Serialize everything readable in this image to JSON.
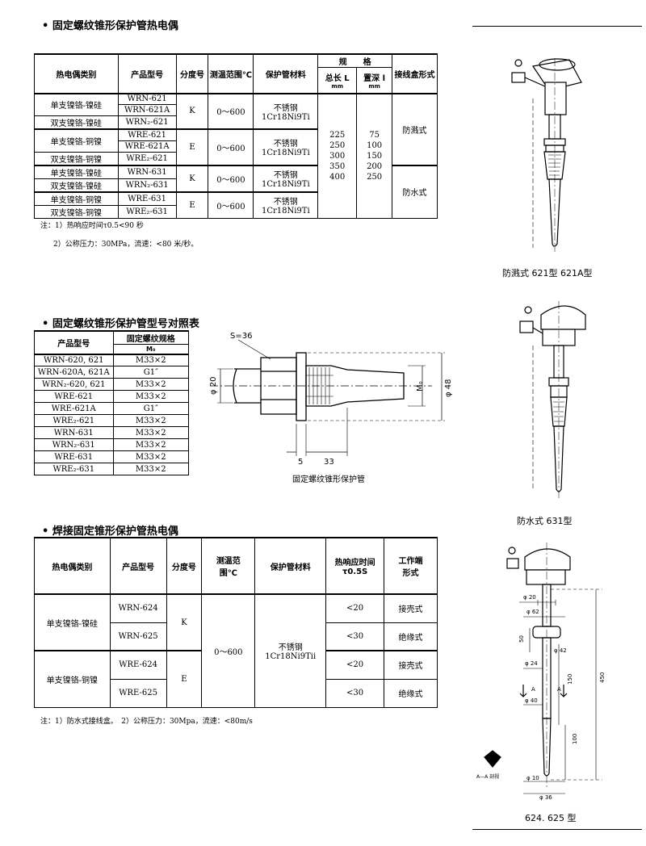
{
  "section1": {
    "title": "• 固定螺纹锥形保护管热电偶",
    "headers": {
      "type": "热电偶类别",
      "model": "产品型号",
      "grad": "分度号",
      "range": "测温范围℃",
      "material": "保护管材料",
      "spec": "规　　格",
      "total": "总长 L",
      "insert": "置深 l",
      "mm1": "mm",
      "mm2": "mm",
      "box": "接线盒形式"
    },
    "types": [
      "单支镍铬-镍硅",
      "双支镍铬-镍硅",
      "单支镍铬-铜镍",
      "双支镍铬-铜镍",
      "单支镍铬-镍硅",
      "双支镍铬-镍硅",
      "单支镍铬-铜镍",
      "双支镍铬-铜镍"
    ],
    "models": [
      "WRN-621",
      "WRN-621A",
      "WRN₂-621",
      "WRE-621",
      "WRE-621A",
      "WRE₂-621",
      "WRN-631",
      "WRN₂-631",
      "WRE-631",
      "WRE₂-631"
    ],
    "grads": [
      "K",
      "E",
      "K",
      "E"
    ],
    "ranges": [
      "0～600",
      "0～600",
      "0～600",
      "0～600"
    ],
    "material_a": "不锈钢",
    "material_b": "1Cr18Ni9Ti",
    "total_L": "225\n250\n300\n350\n400",
    "insert_l": "75\n100\n150\n200\n250",
    "box_splash": "防溅式",
    "box_water": "防水式",
    "note1": "注：1）热响应时间τ0.5<90 秒",
    "note2": "2）公称压力：30MPa，流速：<80 米/秒。"
  },
  "section2": {
    "title": "• 固定螺纹锥形保护管型号对照表",
    "h_model": "产品型号",
    "h_thread": "固定螺纹规格",
    "h_m0": "M₀",
    "rows": [
      [
        "WRN-620, 621",
        "M33×2"
      ],
      [
        "WRN-620A, 621A",
        "G1″"
      ],
      [
        "WRN₂-620, 621",
        "M33×2"
      ],
      [
        "WRE-621",
        "M33×2"
      ],
      [
        "WRE-621A",
        "G1″"
      ],
      [
        "WRE₂-621",
        "M33×2"
      ],
      [
        "WRN-631",
        "M33×2"
      ],
      [
        "WRN₂-631",
        "M33×2"
      ],
      [
        "WRE-631",
        "M33×2"
      ],
      [
        "WRE₂-631",
        "M33×2"
      ]
    ],
    "drawing": {
      "s36": "S=36",
      "d20": "φ 20",
      "m0": "M₀",
      "d48": "φ 48",
      "dim5": "5",
      "dim33": "33",
      "caption": "固定螺纹锥形保护管"
    }
  },
  "section3": {
    "title": "• 焊接固定锥形保护管热电偶",
    "headers": {
      "type": "热电偶类别",
      "model": "产品型号",
      "grad": "分度号",
      "range": "测温范围℃",
      "material": "保护管材料",
      "response": "热响应时间τ0.5S",
      "end": "工作端形式"
    },
    "types": [
      "单支镍铬-镍硅",
      "单支镍铬-铜镍"
    ],
    "models": [
      "WRN-624",
      "WRN-625",
      "WRE-624",
      "WRE-625"
    ],
    "grads": [
      "K",
      "E"
    ],
    "range": "0～600",
    "material_a": "不锈钢",
    "material_b": "1Cr18Ni9Tii",
    "responses": [
      "<20",
      "<30",
      "<20",
      "<30"
    ],
    "ends": [
      "接壳式",
      "绝缘式",
      "接壳式",
      "绝缘式"
    ],
    "note": "注：1）防水式接线盒。　2）公称压力：30Mpa，流速：<80m/s"
  },
  "figures": {
    "fig1_caption": "防溅式 621型 621A型",
    "fig2_caption": "防水式 631型",
    "fig3_caption": "624. 625 型",
    "fig3_labels": {
      "d20": "φ 20",
      "d62": "φ 62",
      "d42": "φ 42",
      "d24": "φ 24",
      "d40": "φ 40",
      "d10": "φ 10",
      "d36": "φ 36",
      "v50": "50",
      "v150": "150",
      "v100": "100",
      "v450": "450",
      "secA": "A",
      "aa": "A—A 剖视"
    }
  }
}
